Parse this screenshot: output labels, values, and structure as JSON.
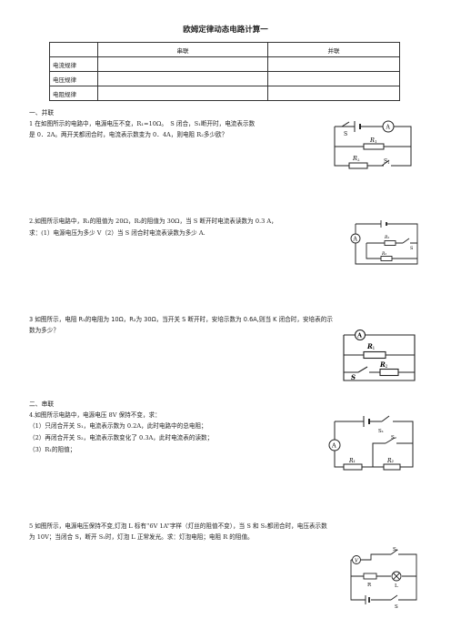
{
  "title": "欧姆定律动态电路计算一",
  "table": {
    "headers": [
      "",
      "串联",
      "并联"
    ],
    "rows": [
      {
        "label": "电流规律"
      },
      {
        "label": "电压规律"
      },
      {
        "label": "电阻规律"
      }
    ]
  },
  "section1": "一、并联",
  "q1": {
    "line1": "1 在如图所示的电路中，电源电压不变，R₁=10Ω。　S 闭合，S₁断开时，电流表示数",
    "line2": "是 0．2A。两开关都闭合时，电流表示数变为 0．4A，则电阻 R₂多少欧？",
    "fig": {
      "s": "S",
      "a": "A",
      "r1": "R",
      "r1sub": "1",
      "r2": "R",
      "r2sub": "2",
      "s1": "S",
      "s1sub": "1"
    }
  },
  "q2": {
    "line1": "2.如图所示电路中，R₁的阻值为 20Ω，R₂的阻值为 30Ω，当 S 断开时电流表读数为 0.3 A，",
    "line2": "求：(1）电源电压为多少 V（2）当 S 闭合时电流表读数为多少 A.",
    "fig": {
      "a": "A",
      "r1": "R₁",
      "r2": "R₂",
      "s": "S"
    }
  },
  "q3": {
    "line1": "3 如图所示，电阻 R₁的电阻为 10Ω，R₂为 30Ω，当开关 S 断开时，安培示数为 0.6A,则当 K 闭合时，安培表的示",
    "line2": "数为多少？",
    "fig": {
      "a": "A",
      "r1": "R",
      "r1sub": "1",
      "r2": "R",
      "r2sub": "2",
      "s": "S"
    }
  },
  "section2": "二、串联",
  "q4": {
    "line1": "4.如图所示电路中，电源电压 8V 保持不变，求：",
    "line2": "（1）只闭合开关 S₁，电流表示数为 0.2A，此时电路中的总电阻；",
    "line3": "（2）再闭合开关 S₂，电流表示数变化了 0.3A，此时电流表的读数；",
    "line4": "（3）R₁的阻值；",
    "fig": {
      "a": "A",
      "s1": "S₁",
      "s2": "S₂",
      "r1": "R₁",
      "r2": "R₂"
    }
  },
  "q5": {
    "line1": "5 如图所示，电源电压保持不变,灯泡 L 标有“6V 1A”字样（灯丝的阻值不变），当 S 和 S₁都闭合时，电压表示数",
    "line2": "为 10V；当闭合 S，断开 S₁时，灯泡 L 正常发光。求：灯泡电阻；电阻 R 的阻值。",
    "fig": {
      "v": "V",
      "s1": "S₁",
      "r": "R",
      "l": "L",
      "s": "S"
    }
  }
}
